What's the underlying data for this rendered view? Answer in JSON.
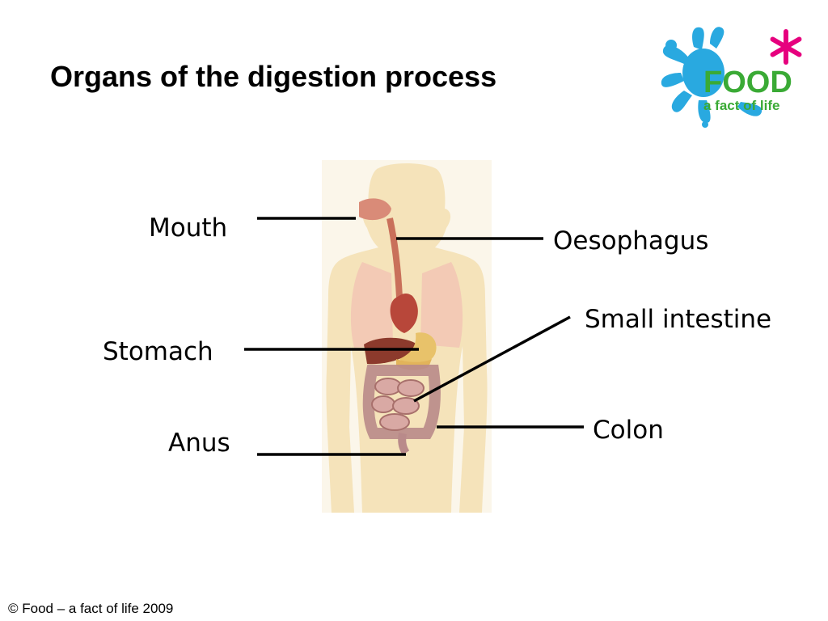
{
  "slide": {
    "title": "Organs of the digestion process",
    "footer": "© Food – a fact of life 2009"
  },
  "logo": {
    "word": "FOOD",
    "tagline": "a fact of life",
    "colors": {
      "splash": "#29a9e0",
      "star": "#e6007e",
      "word": "#3aaa35"
    }
  },
  "labels": [
    {
      "id": "mouth",
      "text": "Mouth"
    },
    {
      "id": "oesophagus",
      "text": "Oesophagus"
    },
    {
      "id": "small-intestine",
      "text": "Small intestine"
    },
    {
      "id": "stomach",
      "text": "Stomach"
    },
    {
      "id": "colon",
      "text": "Colon"
    },
    {
      "id": "anus",
      "text": "Anus"
    }
  ]
}
